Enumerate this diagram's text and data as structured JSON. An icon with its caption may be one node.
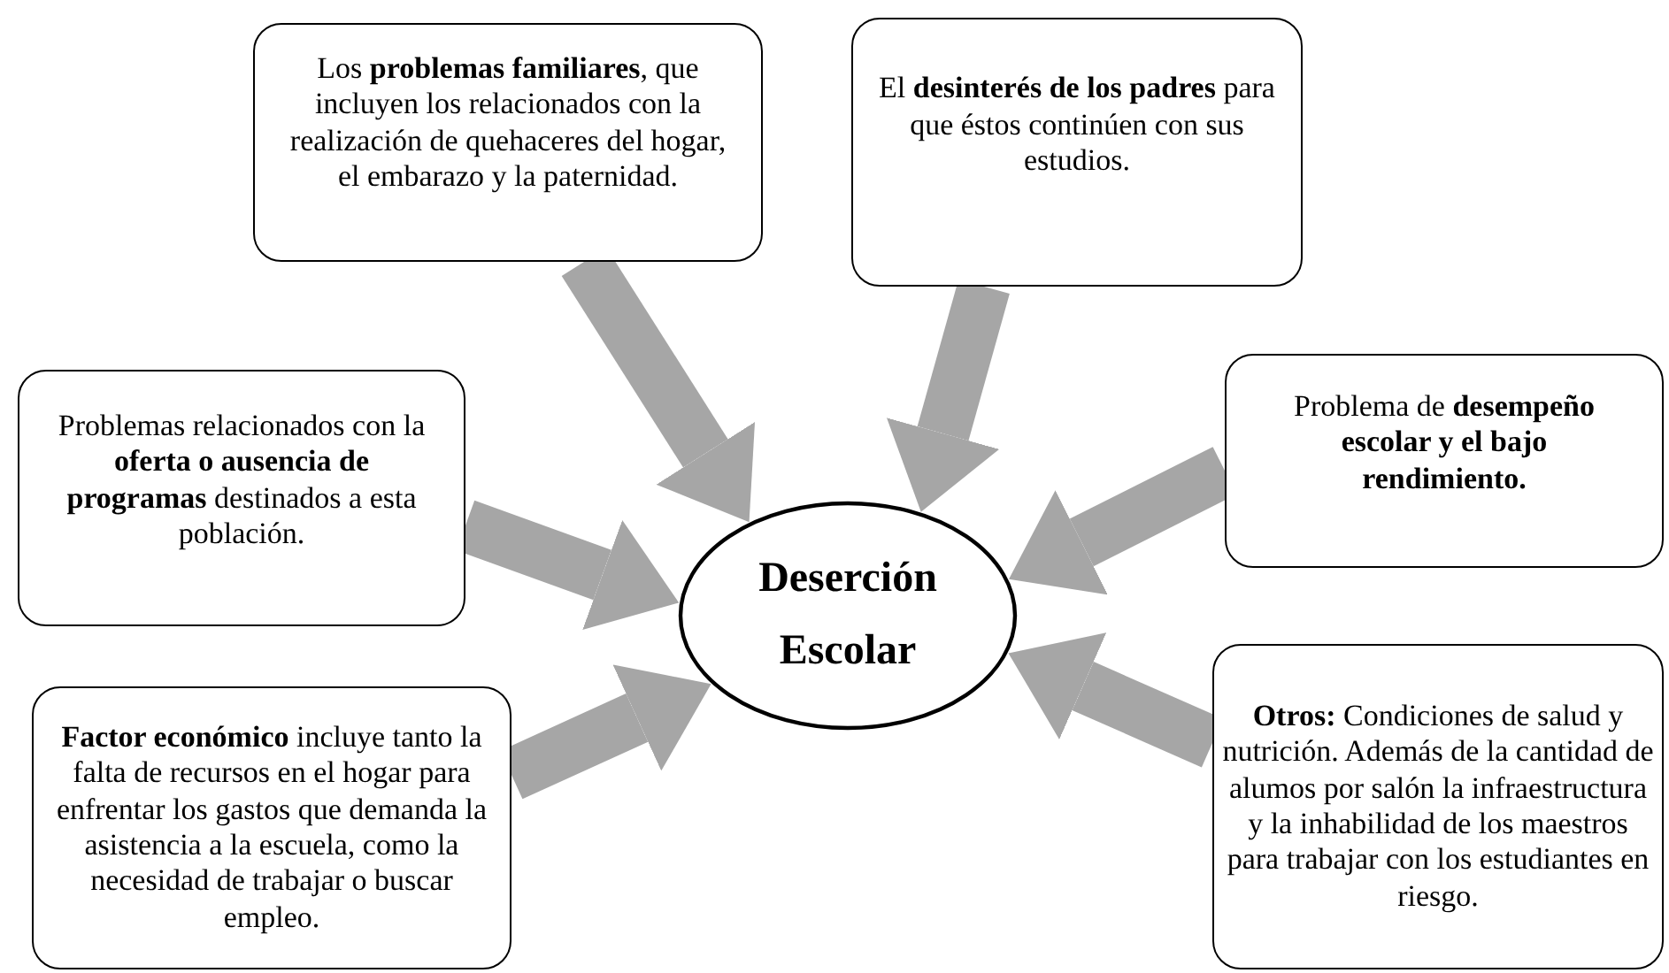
{
  "diagram": {
    "nodes": [
      {
        "text": [
          "Los **problemas familiares**, que incluyen los relacionados con la realización de quehaceres del hogar, el embarazo y la paternidad."
        ]
      },
      {
        "text": [
          "El **desinterés de los padres** para que éstos continúen con sus estudios."
        ]
      },
      {
        "text": [
          "Problema de **desempeño escolar y el bajo rendimiento.**"
        ]
      },
      {
        "text": [
          "Problemas relacionados con la **oferta o ausencia de programas** destinados a esta población."
        ]
      },
      {
        "text": [
          "Deserción Escolar"
        ]
      },
      {
        "text": [
          "**Factor económico** incluye tanto la falta de recursos en el hogar para enfrentar los gastos que demanda la asistencia a la escuela, como la necesidad de trabajar o buscar empleo."
        ]
      },
      {
        "text": [
          "**Otros:** Condiciones de salud y nutrición. Además de la cantidad de alumos por salón la infraestructura y la inhabilidad de los maestros para trabajar con los estudiantes en riesgo."
        ]
      }
    ],
    "edges": [
      {
        "from": 0,
        "to": 4,
        "arrow": "to"
      },
      {
        "from": 1,
        "to": 4,
        "arrow": "to"
      },
      {
        "from": 2,
        "to": 4,
        "arrow": "to"
      },
      {
        "from": 3,
        "to": 4,
        "arrow": "to"
      },
      {
        "from": 5,
        "to": 4,
        "arrow": "to"
      },
      {
        "from": 6,
        "to": 4,
        "arrow": "to"
      }
    ]
  }
}
